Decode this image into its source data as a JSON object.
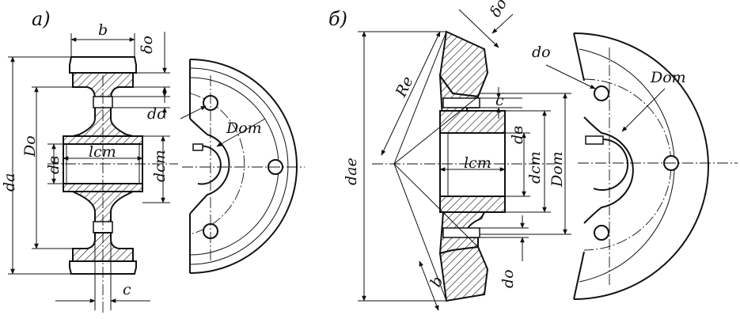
{
  "figure_a": {
    "panel_label": "а)",
    "labels": {
      "b": "b",
      "delta_o": "δо",
      "d_o": "dо",
      "D_om": "Dот",
      "l_st": "lст",
      "d_st": "dст",
      "d_v": "dв",
      "D_o": "Dо",
      "d_a": "dа",
      "c": "c"
    }
  },
  "figure_b": {
    "panel_label": "б)",
    "labels": {
      "delta_o": "δо",
      "d_o_top": "dо",
      "D_om": "Dот",
      "R_e": "Re",
      "c": "c",
      "d_v": "dв",
      "d_st": "dст",
      "D_om_side": "Dот",
      "l_st": "lст",
      "d_ae": "dае",
      "b": "b",
      "d_o_bottom": "dо"
    }
  }
}
